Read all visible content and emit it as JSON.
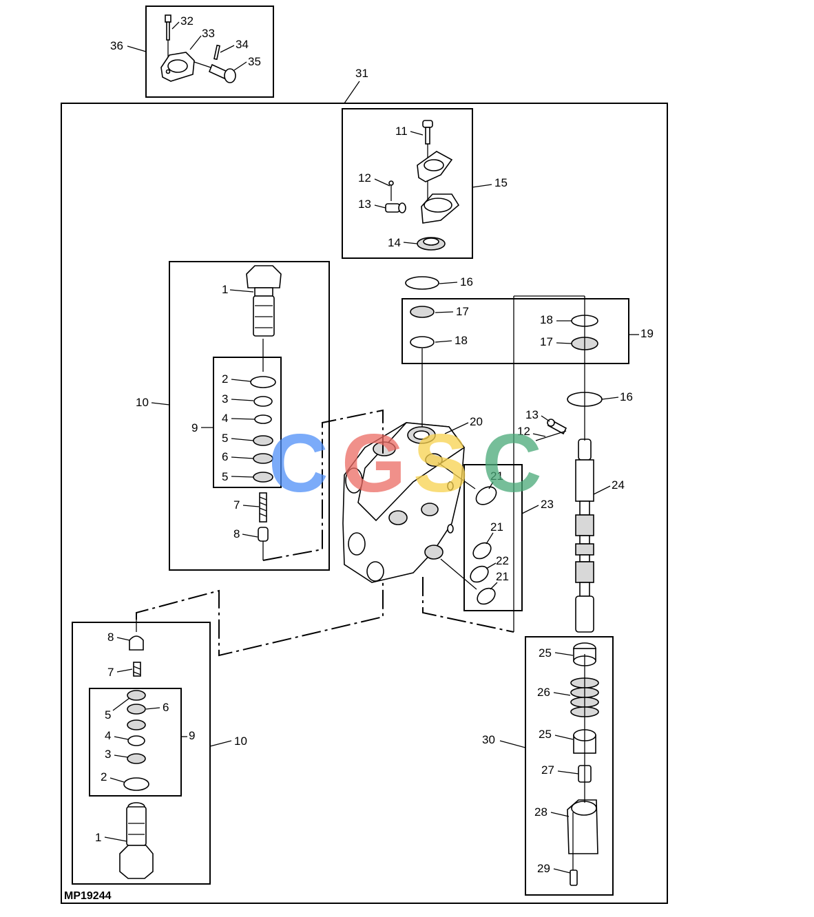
{
  "figure_id": "MP19244",
  "watermark": {
    "text": "CGSC",
    "colors": {
      "c1": "#4f8ff7",
      "g": "#ec6b64",
      "s": "#f8d24e",
      "c2": "#49a978"
    }
  },
  "callouts": {
    "n1": "1",
    "n2": "2",
    "n3": "3",
    "n4": "4",
    "n5": "5",
    "n6": "6",
    "n7": "7",
    "n8": "8",
    "n9": "9",
    "n10": "10",
    "n11": "11",
    "n12": "12",
    "n13": "13",
    "n14": "14",
    "n15": "15",
    "n16": "16",
    "n17": "17",
    "n18": "18",
    "n19": "19",
    "n20": "20",
    "n21": "21",
    "n22": "22",
    "n23": "23",
    "n24": "24",
    "n25": "25",
    "n26": "26",
    "n27": "27",
    "n28": "28",
    "n29": "29",
    "n30": "30",
    "n31": "31",
    "n32": "32",
    "n33": "33",
    "n34": "34",
    "n35": "35",
    "n36": "36"
  }
}
